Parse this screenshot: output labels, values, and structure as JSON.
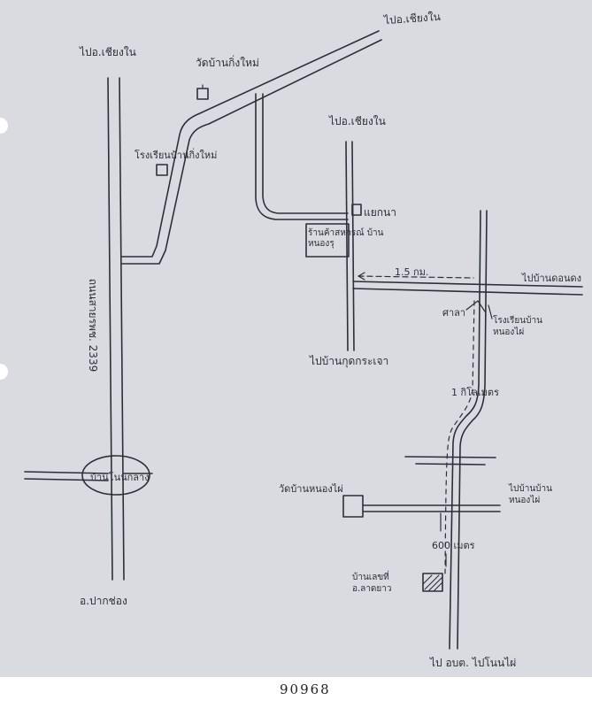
{
  "map": {
    "labels": {
      "to_pb_top_right": "ไปอ.เชียงใน",
      "to_pb_top_left": "ไปอ.เชียงใน",
      "to_pb_mid": "ไปอ.เชียงใน",
      "temple": "วัดบ้านกิ่งใหม่",
      "school": "โรงเรียนบ้านกิ่งใหม่",
      "junction_right": "แยกนา",
      "shop": "ร้านค้าสหกรณ์ บ้านหนองรุ",
      "to_east": "ไปบ้านดอนดง",
      "distance_upper": "1.5 กม.",
      "sign": "ศาลา",
      "village_upper": "โรงเรียนบ้านหนองไผ่",
      "to_bottom_mid": "ไปบ้านกุดกระเจา",
      "distance_mid": "1 กิโลเมตร",
      "road_number": "ถนนสายรพช. 2339",
      "circle_junction": "บ้านโนนกลาง",
      "temple_lower": "วัดบ้านหนองไผ่",
      "to_right_lower": "ไปบ้านบ้านหนองไผ่",
      "distance_lower": "600 เมตร",
      "target_house": "บ้านเลขที่ อ.ลาดยาว",
      "bottom_left": "อ.ปากช่อง",
      "bottom_right": "ไป อบต. ไปโนนไผ่"
    }
  },
  "footer": {
    "ref": "90968"
  },
  "colors": {
    "paper": "#d9dbe0",
    "ink": "#2c2f3a"
  }
}
